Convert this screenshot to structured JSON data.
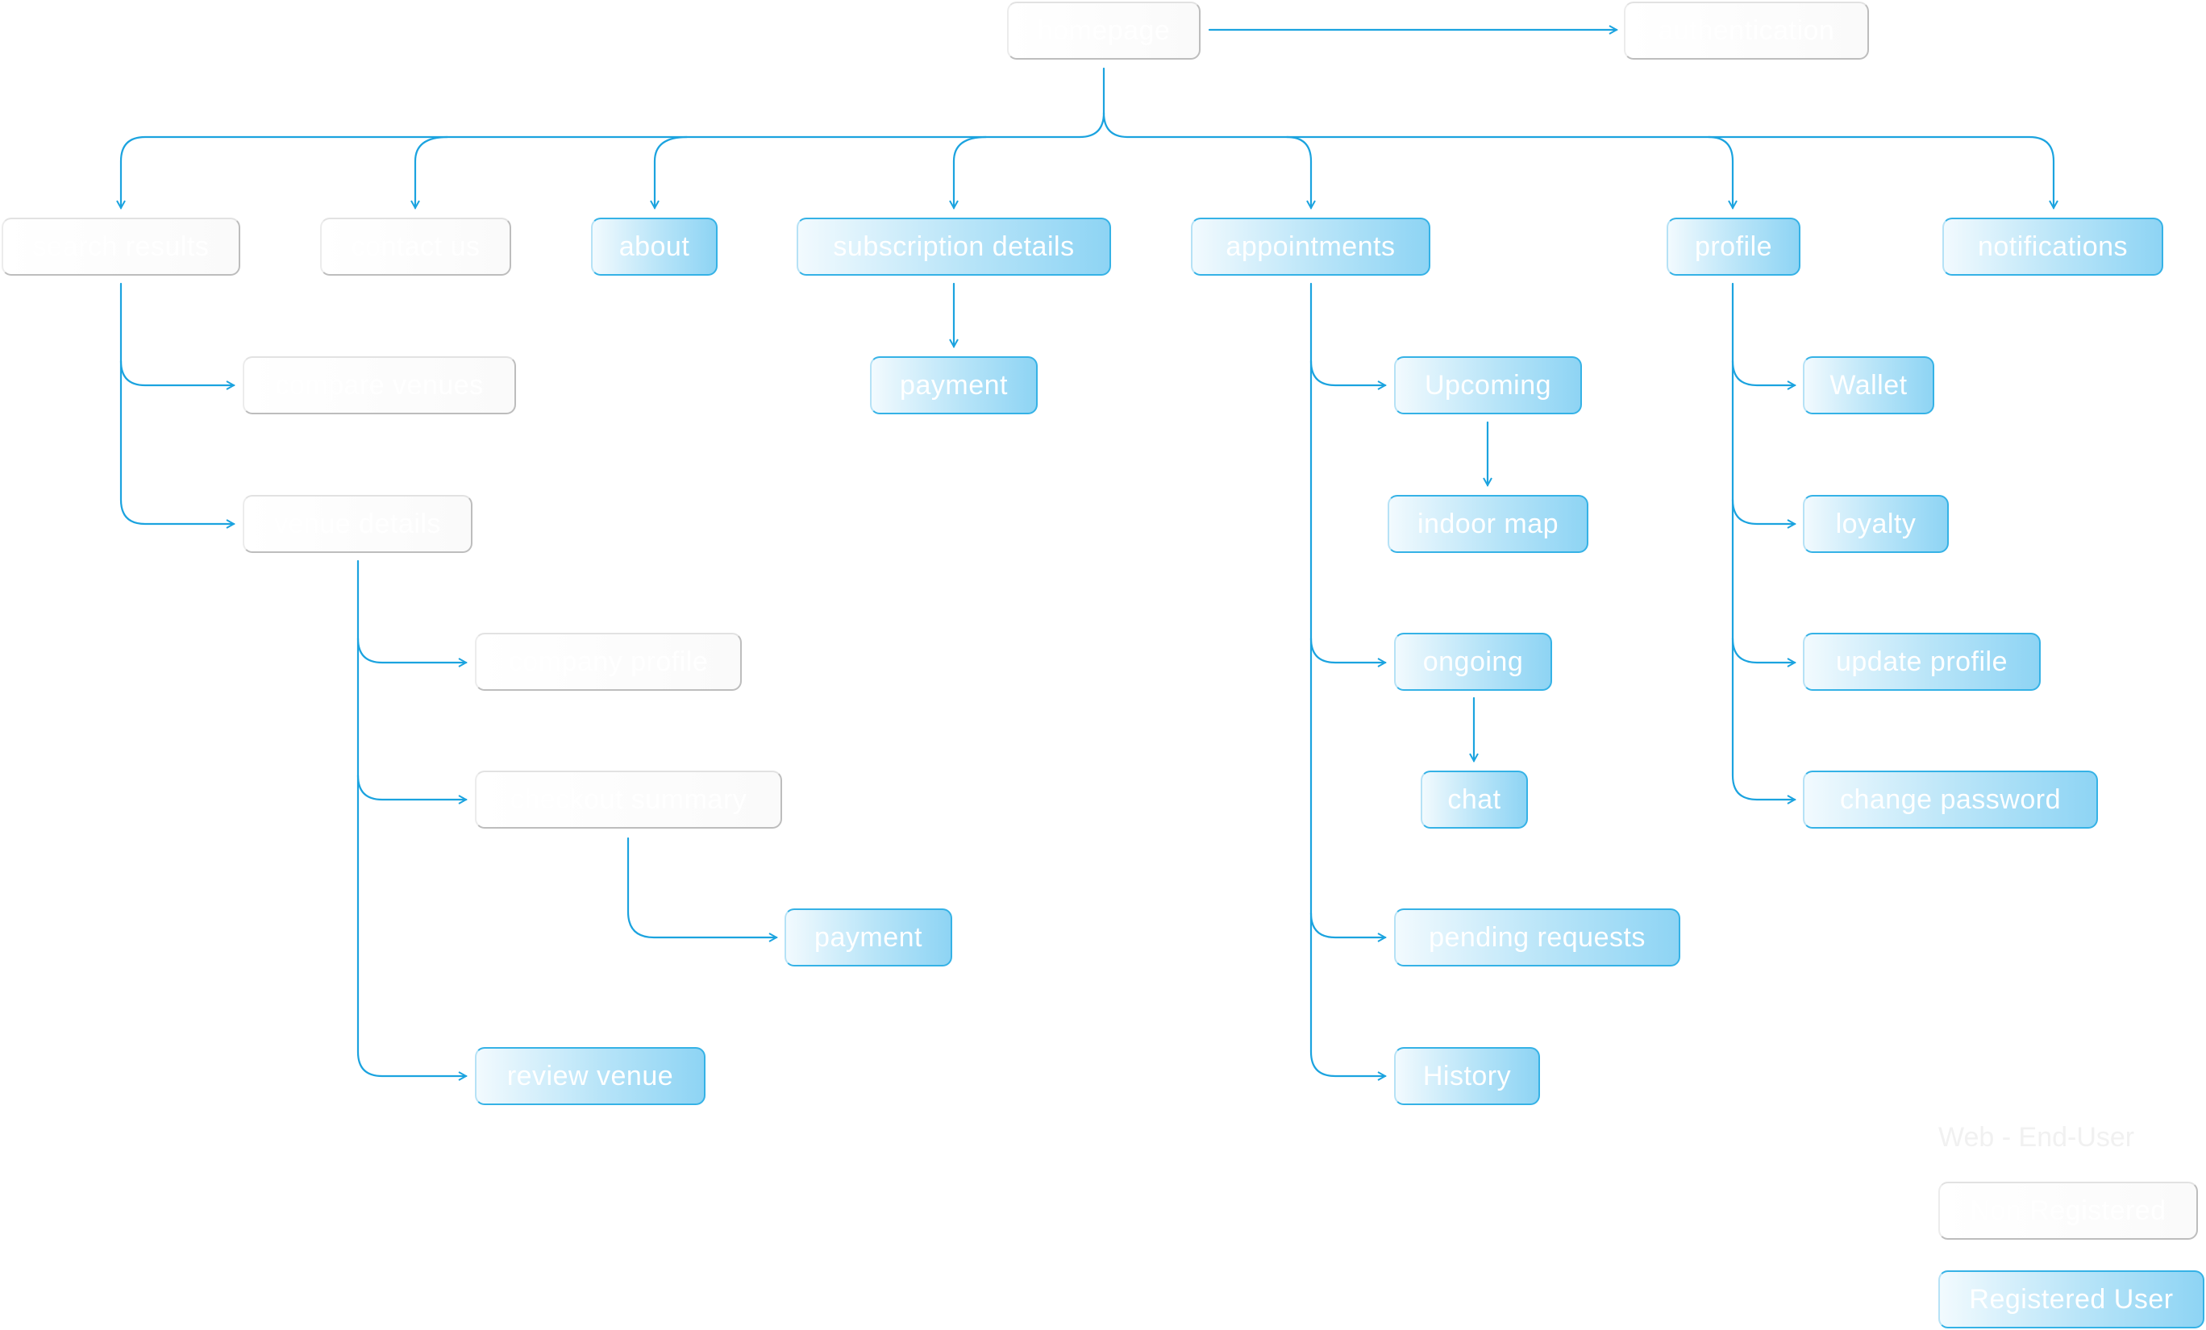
{
  "colors": {
    "connector": "#1ba3df",
    "registered_fill_start": "#f2fafe",
    "registered_fill_end": "#8ed4f4",
    "registered_border": "#35b2e6",
    "non_registered_border": "#bdbdbd",
    "label_text": "#ffffff"
  },
  "nodes": {
    "homepage": "homepage",
    "authentication": "authentication",
    "search_results": "search results",
    "contact_us": "contact us",
    "about": "about",
    "subscription_details": "subscription details",
    "appointments": "appointments",
    "profile": "profile",
    "notifications": "notifications",
    "compare_venues": "compare venues",
    "venue_details": "venue details",
    "company_profile": "company profile",
    "checkout_summary": "checkout summary",
    "payment_checkout": "payment",
    "review_venue": "review venue",
    "payment_subscription": "payment",
    "upcoming": "Upcoming",
    "indoor_map": "indoor map",
    "ongoing": "ongoing",
    "chat": "chat",
    "pending_requests": "pending requests",
    "history": "History",
    "wallet": "Wallet",
    "loyalty": "loyalty",
    "update_profile": "update profile",
    "change_password": "change password"
  },
  "legend": {
    "title": "Web - End-User",
    "non_registered": "Non Registered",
    "registered": "Registered User"
  }
}
